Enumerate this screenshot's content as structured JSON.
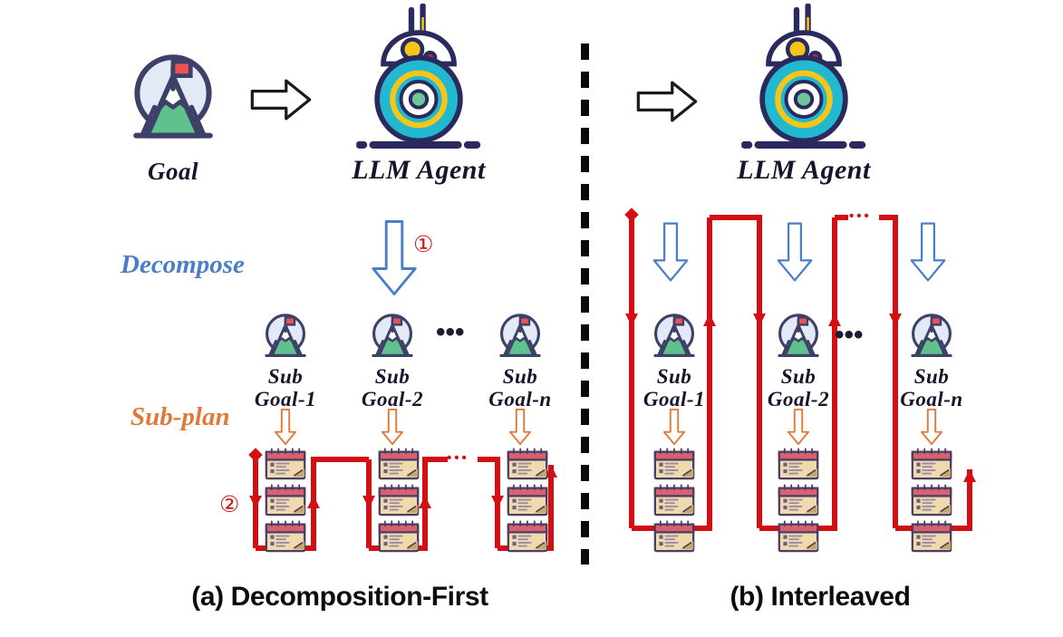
{
  "figure": {
    "panels": [
      {
        "id": "a",
        "caption": "(a) Decomposition-First",
        "goal": {
          "label": "Goal",
          "icon": "mountain-goal-icon"
        },
        "agent": {
          "label": "LLM Agent",
          "icon": "robot-agent-icon"
        },
        "stage_labels": {
          "decompose": "Decompose",
          "subplan": "Sub-plan"
        },
        "step_markers": [
          {
            "id": "step-1",
            "symbol": "①",
            "stage": "Decompose"
          },
          {
            "id": "step-2",
            "symbol": "②",
            "stage": "Sub-plan execution"
          }
        ],
        "subgoals": [
          {
            "line1": "Sub",
            "line2": "Goal-1",
            "actions": 3
          },
          {
            "line1": "Sub",
            "line2": "Goal-2",
            "actions": 3
          },
          {
            "line1": "Sub",
            "line2": "Goal-n",
            "actions": 3
          }
        ],
        "ellipsis_between_subgoals": "•••",
        "ellipsis_in_flow": "•••",
        "flow": "serpentine-red-path-over-action-cards"
      },
      {
        "id": "b",
        "caption": "(b) Interleaved",
        "agent": {
          "label": "LLM Agent",
          "icon": "robot-agent-icon"
        },
        "subgoals": [
          {
            "line1": "Sub",
            "line2": "Goal-1",
            "actions": 3
          },
          {
            "line1": "Sub",
            "line2": "Goal-2",
            "actions": 3
          },
          {
            "line1": "Sub",
            "line2": "Goal-n",
            "actions": 3
          }
        ],
        "ellipsis_between_subgoals": "•••",
        "ellipsis_in_flow": "•••",
        "flow": "interleaved-red-loop-path"
      }
    ],
    "colors": {
      "agent_body": "#22b8cf",
      "agent_head": "#ffffff",
      "agent_outline": "#2b2a5e",
      "agent_ring_yellow": "#f5c518",
      "agent_dot_green": "#6ec79a",
      "goal_snow": "#e4e9f7",
      "goal_grass": "#5fc18c",
      "goal_ice": "#7fb8ef",
      "goal_flag": "#ef5350",
      "goal_outline": "#3d4168",
      "decompose_blue": "#4a7ec9",
      "subplan_orange": "#e07a3a",
      "flow_red": "#d40f13",
      "marker_red": "#cc1417",
      "divider_black": "#0a0a0a",
      "card_header": "#d9606f",
      "card_body": "#f0d9ac",
      "card_outline": "#4a3f63"
    }
  }
}
